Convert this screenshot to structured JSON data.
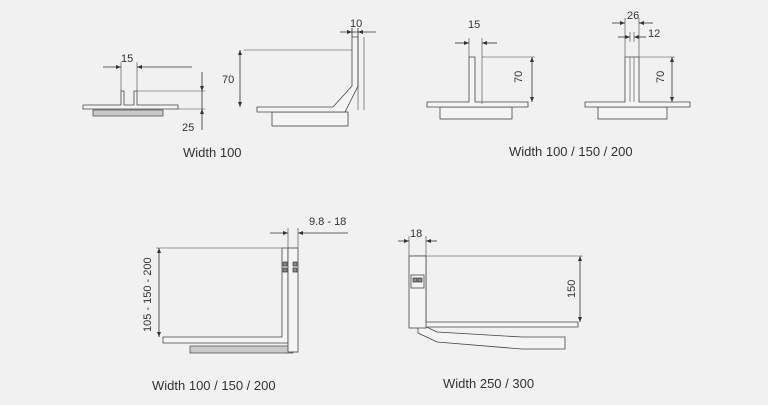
{
  "diagrams": {
    "d1": {
      "dim_top": "15",
      "dim_bottom": "25",
      "caption": "Width 100"
    },
    "d2": {
      "dim_top": "10",
      "dim_side": "70"
    },
    "d3": {
      "dim_top": "15",
      "dim_side": "70"
    },
    "d4": {
      "dim_top_outer": "26",
      "dim_top_inner": "12",
      "dim_side": "70"
    },
    "caption_top_right": "Width 100 / 150 / 200",
    "d5": {
      "dim_top": "9.8 - 18",
      "dim_side": "105 - 150 - 200",
      "caption": "Width 100 / 150 / 200"
    },
    "d6": {
      "dim_top": "18",
      "dim_side": "150",
      "caption": "Width 250 / 300"
    }
  }
}
